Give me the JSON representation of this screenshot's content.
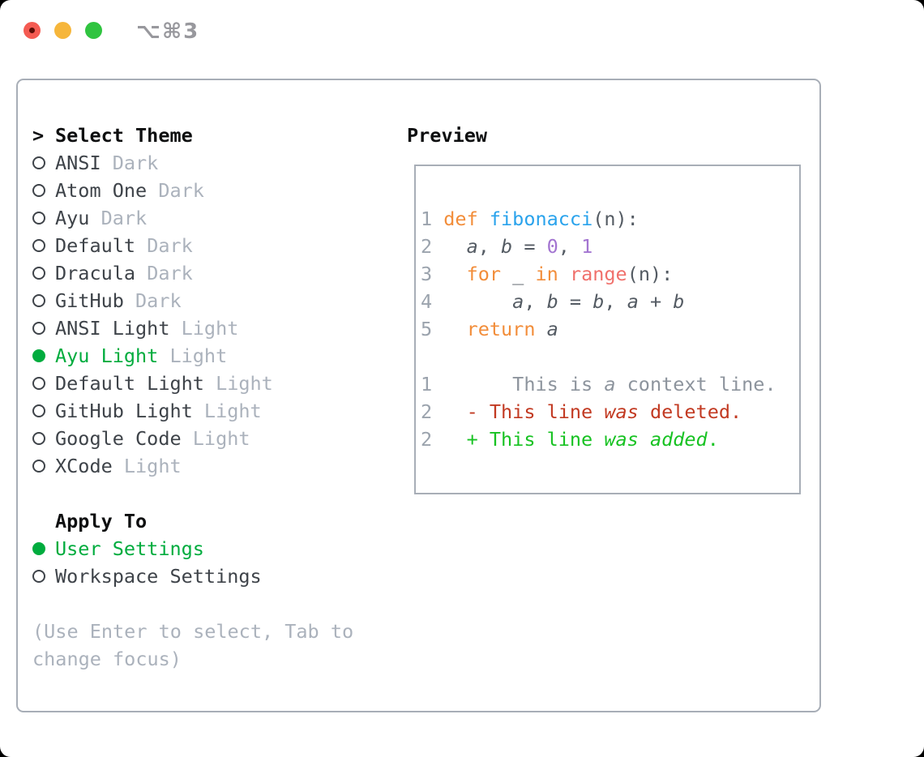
{
  "window": {
    "title": "⌥⌘3"
  },
  "colors": {
    "light_red": "#F45B52",
    "light_red_dot": "#5C0E07",
    "light_yellow": "#F6B63B",
    "light_green": "#30C440",
    "title_gray": "#98989D",
    "border_gray": "#A8AEB7",
    "heading": "#0E0F10",
    "item_fg": "#3E4349",
    "muted": "#ABB2BC",
    "accent_green": "#00AC3E",
    "line_number": "#9BA3AD",
    "code_fg": "#545B63",
    "keyword_orange": "#F28D3A",
    "function_blue": "#2AA3EC",
    "number_purple": "#A375D1",
    "builtin_red": "#F0706B",
    "context_gray": "#8D949D",
    "deleted_red": "#C23A22",
    "added_green": "#17C222"
  },
  "theme_list": {
    "header": "Select Theme",
    "items": [
      {
        "name": "ANSI",
        "variant": "Dark",
        "selected": false
      },
      {
        "name": "Atom One",
        "variant": "Dark",
        "selected": false
      },
      {
        "name": "Ayu",
        "variant": "Dark",
        "selected": false
      },
      {
        "name": "Default",
        "variant": "Dark",
        "selected": false
      },
      {
        "name": "Dracula",
        "variant": "Dark",
        "selected": false
      },
      {
        "name": "GitHub",
        "variant": "Dark",
        "selected": false
      },
      {
        "name": "ANSI Light",
        "variant": "Light",
        "selected": false
      },
      {
        "name": "Ayu Light",
        "variant": "Light",
        "selected": true
      },
      {
        "name": "Default Light",
        "variant": "Light",
        "selected": false
      },
      {
        "name": "GitHub Light",
        "variant": "Light",
        "selected": false
      },
      {
        "name": "Google Code",
        "variant": "Light",
        "selected": false
      },
      {
        "name": "XCode",
        "variant": "Light",
        "selected": false
      }
    ]
  },
  "apply_to": {
    "header": "Apply To",
    "options": [
      {
        "label": "User Settings",
        "selected": true
      },
      {
        "label": "Workspace Settings",
        "selected": false
      }
    ]
  },
  "hints": [
    "(Use Enter to select, Tab to",
    "change focus)"
  ],
  "preview": {
    "header": "Preview",
    "lines": [
      {
        "n": "1",
        "segs": [
          [
            "def",
            "kw"
          ],
          [
            " ",
            "fg"
          ],
          [
            "fibonacci",
            "fn"
          ],
          [
            "(n):",
            "fg"
          ]
        ]
      },
      {
        "n": "2",
        "segs": [
          [
            "  ",
            "fg"
          ],
          [
            "a",
            "va"
          ],
          [
            ", ",
            "fg"
          ],
          [
            "b",
            "va"
          ],
          [
            " = ",
            "fg"
          ],
          [
            "0",
            "nu"
          ],
          [
            ", ",
            "fg"
          ],
          [
            "1",
            "nu"
          ]
        ]
      },
      {
        "n": "3",
        "segs": [
          [
            "  ",
            "fg"
          ],
          [
            "for",
            "kw"
          ],
          [
            " _ ",
            "fg"
          ],
          [
            "in",
            "kw"
          ],
          [
            " ",
            "fg"
          ],
          [
            "range",
            "rd"
          ],
          [
            "(n):",
            "fg"
          ]
        ]
      },
      {
        "n": "4",
        "segs": [
          [
            "      ",
            "fg"
          ],
          [
            "a",
            "va"
          ],
          [
            ", ",
            "fg"
          ],
          [
            "b",
            "va"
          ],
          [
            " = ",
            "fg"
          ],
          [
            "b",
            "va"
          ],
          [
            ", ",
            "fg"
          ],
          [
            "a",
            "va"
          ],
          [
            " + ",
            "fg"
          ],
          [
            "b",
            "va"
          ]
        ]
      },
      {
        "n": "5",
        "segs": [
          [
            "  ",
            "fg"
          ],
          [
            "return",
            "kw"
          ],
          [
            " ",
            "fg"
          ],
          [
            "a",
            "va"
          ]
        ]
      },
      {
        "n": "",
        "segs": []
      },
      {
        "n": "1",
        "segs": [
          [
            "      This is ",
            "ctx"
          ],
          [
            "a",
            "ctxi"
          ],
          [
            " context line.",
            "ctx"
          ]
        ]
      },
      {
        "n": "2",
        "segs": [
          [
            "  ",
            "fg"
          ],
          [
            "- This line ",
            "del"
          ],
          [
            "was",
            "deli"
          ],
          [
            " deleted.",
            "del"
          ]
        ]
      },
      {
        "n": "2",
        "segs": [
          [
            "  ",
            "fg"
          ],
          [
            "+ This line ",
            "add"
          ],
          [
            "was",
            "addi"
          ],
          [
            " ",
            "add"
          ],
          [
            "added",
            "addi"
          ],
          [
            ".",
            "add"
          ]
        ]
      }
    ]
  }
}
